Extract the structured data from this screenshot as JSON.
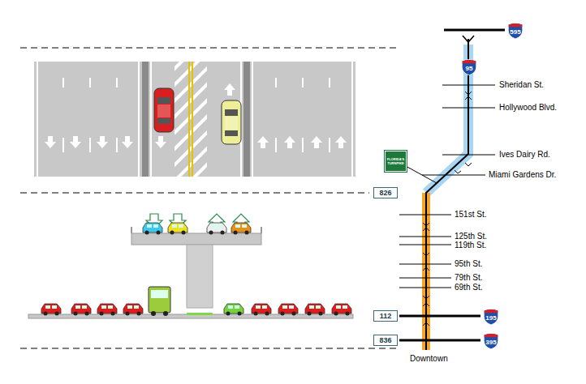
{
  "diagram": {
    "nodes": [
      {
        "text": [
          "595"
        ]
      },
      {
        "text": [
          "95"
        ]
      },
      {
        "text": [
          "FLORIDA'S TURNPIKE"
        ]
      },
      {
        "text": [
          "826"
        ]
      },
      {
        "text": [
          "112"
        ]
      },
      {
        "text": [
          "195"
        ]
      },
      {
        "text": [
          "836"
        ]
      },
      {
        "text": [
          "395"
        ]
      }
    ],
    "labels": [
      "Sheridan St.",
      "Hollywood Blvd.",
      "Ives Dairy Rd.",
      "Miami Gardens Dr.",
      "151st St.",
      "125th St.",
      "119th St.",
      "95th St.",
      "79th St.",
      "69th St.",
      "Downtown"
    ]
  }
}
